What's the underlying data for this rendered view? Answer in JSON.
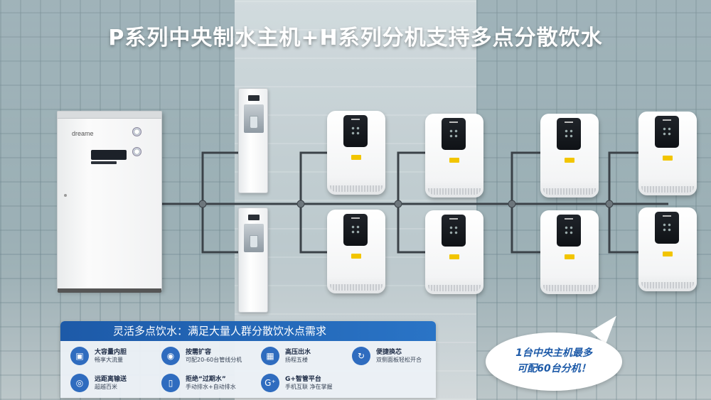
{
  "title": "P系列中央制水主机+H系列分机支持多点分散饮水",
  "host": {
    "brand": "dreame"
  },
  "info_panel": {
    "heading": "灵活多点饮水：满足大量人群分散饮水点需求",
    "features": [
      {
        "icon": "capacity-icon",
        "title": "大容量内胆",
        "desc": "畅享大流量"
      },
      {
        "icon": "expand-icon",
        "title": "按需扩容",
        "desc": "可配20-60台管线分机"
      },
      {
        "icon": "building-icon",
        "title": "高压出水",
        "desc": "扬程五楼"
      },
      {
        "icon": "refresh-icon",
        "title": "便捷换芯",
        "desc": "双侧面板轻松开合"
      },
      {
        "icon": "location-icon",
        "title": "远距离输送",
        "desc": "超越百米"
      },
      {
        "icon": "dispenser-icon",
        "title": "拒绝“过期水”",
        "desc": "手动排水+自动排水"
      },
      {
        "icon": "gplus-icon",
        "title": "G+智管平台",
        "desc": "手机互联 净在掌握"
      }
    ]
  },
  "bubble": {
    "line1": "1台中央主机最多",
    "line2": "可配60台分机！"
  }
}
